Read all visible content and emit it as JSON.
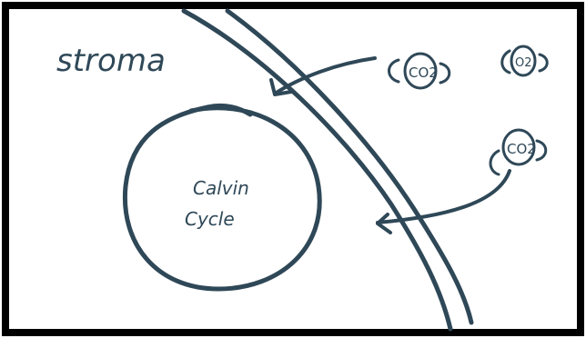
{
  "colors": {
    "ink": "#2f4858",
    "background": "#ffffff",
    "frame": "#000000"
  },
  "labels": {
    "region": "stroma",
    "cycle_line1": "Calvin",
    "cycle_line2": "Cycle"
  },
  "molecules": [
    {
      "label": "CO2"
    },
    {
      "label": "O2"
    },
    {
      "label": "CO2"
    }
  ]
}
